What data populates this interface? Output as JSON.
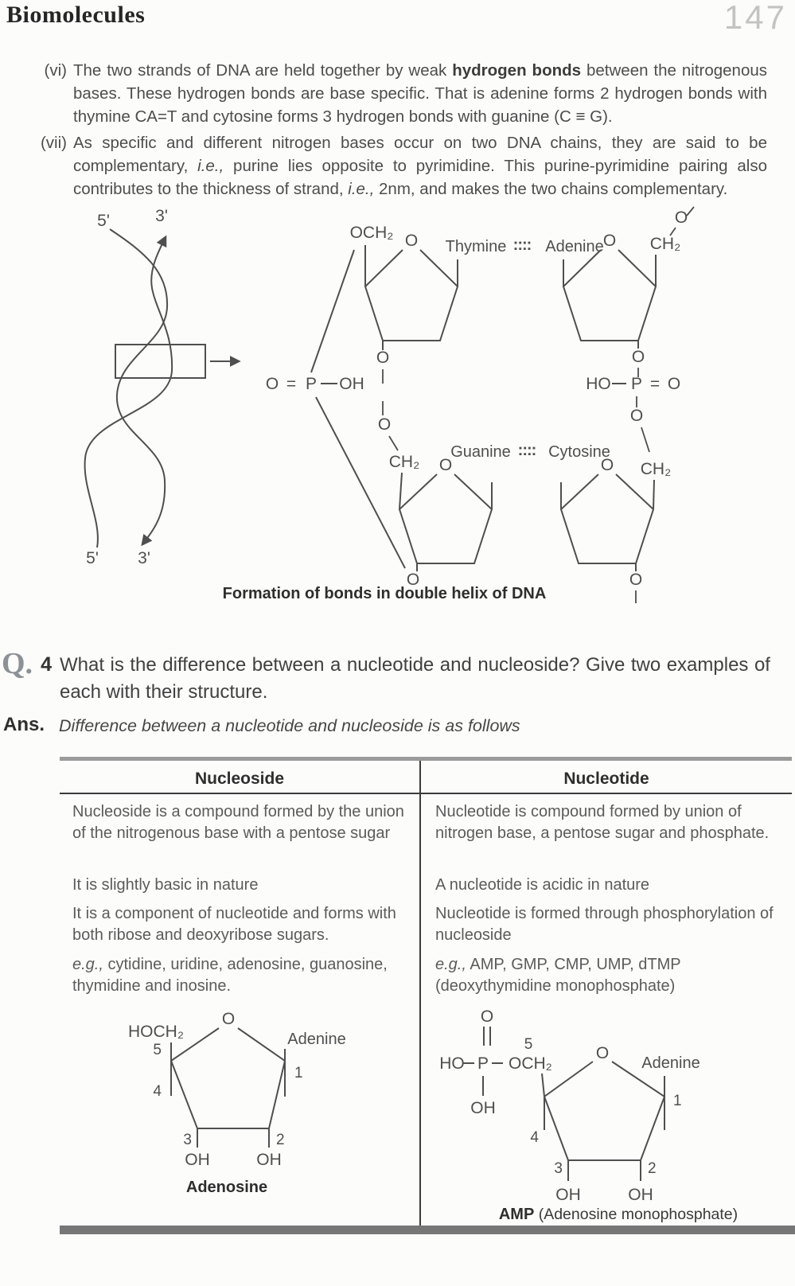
{
  "header": {
    "title": "Biomolecules",
    "page_number": "147"
  },
  "paragraphs": {
    "vi": {
      "label": "(vi)",
      "t1": "The two strands of DNA are held together by weak ",
      "bold": "hydrogen bonds",
      "t2": " between the nitrogenous bases. These hydrogen bonds are base specific. That is adenine forms 2 hydrogen bonds with thymine CA=T and cytosine forms 3 hydrogen bonds with guanine (C ≡ G)."
    },
    "vii": {
      "label": "(vii)",
      "t1": "As specific and different nitrogen bases occur on two DNA chains, they are said to be complementary, ",
      "i1": "i.e.,",
      "t2": " purine lies opposite to pyrimidine. This purine-pyrimidine pairing also contributes to the thickness of strand, ",
      "i2": "i.e.,",
      "t3": " 2nm, and makes the two chains complementary."
    }
  },
  "figure_dna": {
    "caption": "Formation of bonds in double helix of DNA",
    "helix": {
      "top_left": "5'",
      "top_right": "3'",
      "bottom_left": "5'",
      "bottom_right": "3'"
    },
    "bases": {
      "thymine": "Thymine",
      "adenine": "Adenine",
      "guanine": "Guanine",
      "cytosine": "Cytosine",
      "hbond_dots": "::::"
    }
  },
  "tokens": {
    "o": "O",
    "oh": "OH",
    "ho": "HO",
    "p": "P",
    "eq": "=",
    "ch2": "CH₂",
    "och2": "OCH₂",
    "hoch2": "HOCH₂",
    "n1": "1",
    "n2": "2",
    "n3": "3",
    "n4": "4",
    "n5": "5"
  },
  "question": {
    "label": "Q.",
    "number": "4",
    "text": "What is the difference between a nucleotide and nucleoside? Give two examples of each with their structure."
  },
  "answer": {
    "label": "Ans.",
    "intro": "Difference between a nucleotide and nucleoside is as follows"
  },
  "table": {
    "headers": [
      "Nucleoside",
      "Nucleotide"
    ],
    "rows": [
      {
        "left": "Nucleoside is a compound formed by the union of the nitrogenous base with a pentose sugar",
        "right": "Nucleotide is compound formed by union of nitrogen base, a pentose sugar and phosphate."
      },
      {
        "left": "It is slightly basic in nature",
        "right": "A nucleotide is acidic in nature"
      },
      {
        "left": "It is a component of nucleotide and forms with both ribose and deoxyribose sugars.",
        "right": "Nucleotide is formed through phosphorylation of nucleoside"
      },
      {
        "left_prefix": "e.g.,",
        "left": " cytidine, uridine, adenosine, guanosine, thymidine and inosine.",
        "right_prefix": "e.g.,",
        "right": " AMP, GMP, CMP, UMP, dTMP (deoxythymidine monophosphate)"
      }
    ]
  },
  "figure_adenosine": {
    "caption": "Adenosine",
    "base": "Adenine"
  },
  "figure_amp": {
    "caption_bold": "AMP",
    "caption_rest": " (Adenosine monophosphate)",
    "base": "Adenine"
  }
}
